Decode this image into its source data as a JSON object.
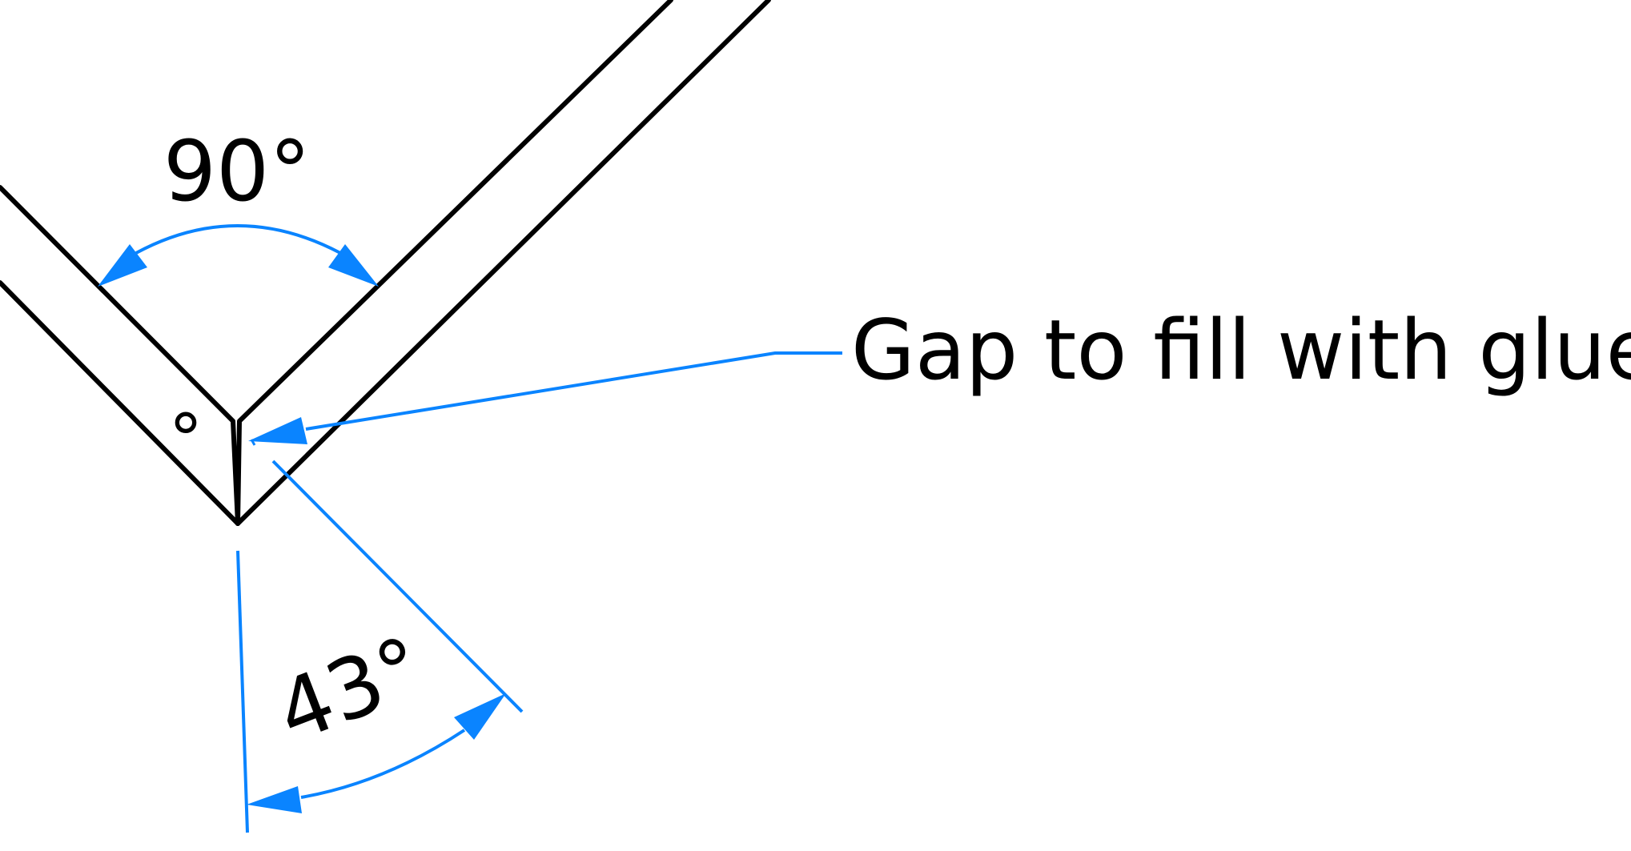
{
  "labels": {
    "angle_top": "90°",
    "angle_bottom": "43°",
    "small_degree": "°",
    "callout": "Gap to fill with glue"
  },
  "colors": {
    "outline": "#000000",
    "dimension": "#0a84ff",
    "background": "#ffffff"
  }
}
